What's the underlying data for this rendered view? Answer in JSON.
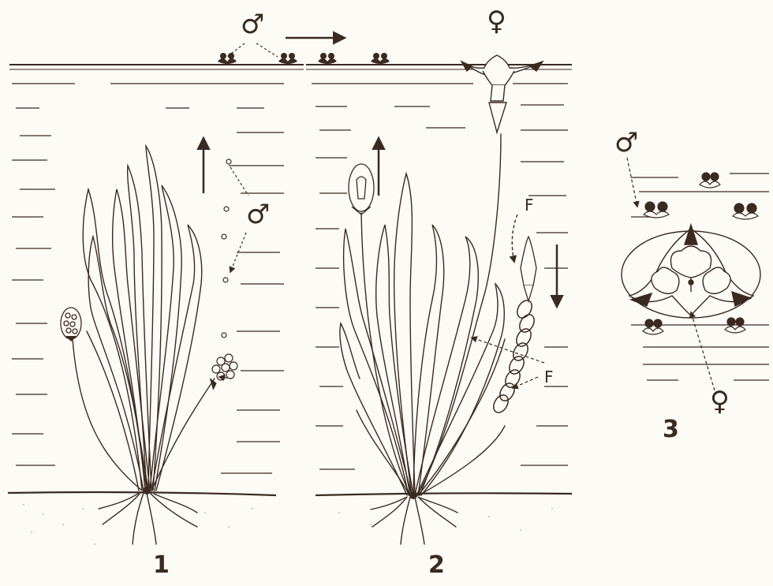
{
  "figure": {
    "panels": [
      {
        "number": "1"
      },
      {
        "number": "2"
      },
      {
        "number": "3"
      }
    ],
    "symbols": {
      "male": "♂",
      "female": "♀"
    },
    "letters": {
      "f_upper": "F",
      "f_lower": "F"
    },
    "colors": {
      "ink": "#3a2a22",
      "paper": "#fdfbf6",
      "ground": "#b9a99a"
    }
  }
}
